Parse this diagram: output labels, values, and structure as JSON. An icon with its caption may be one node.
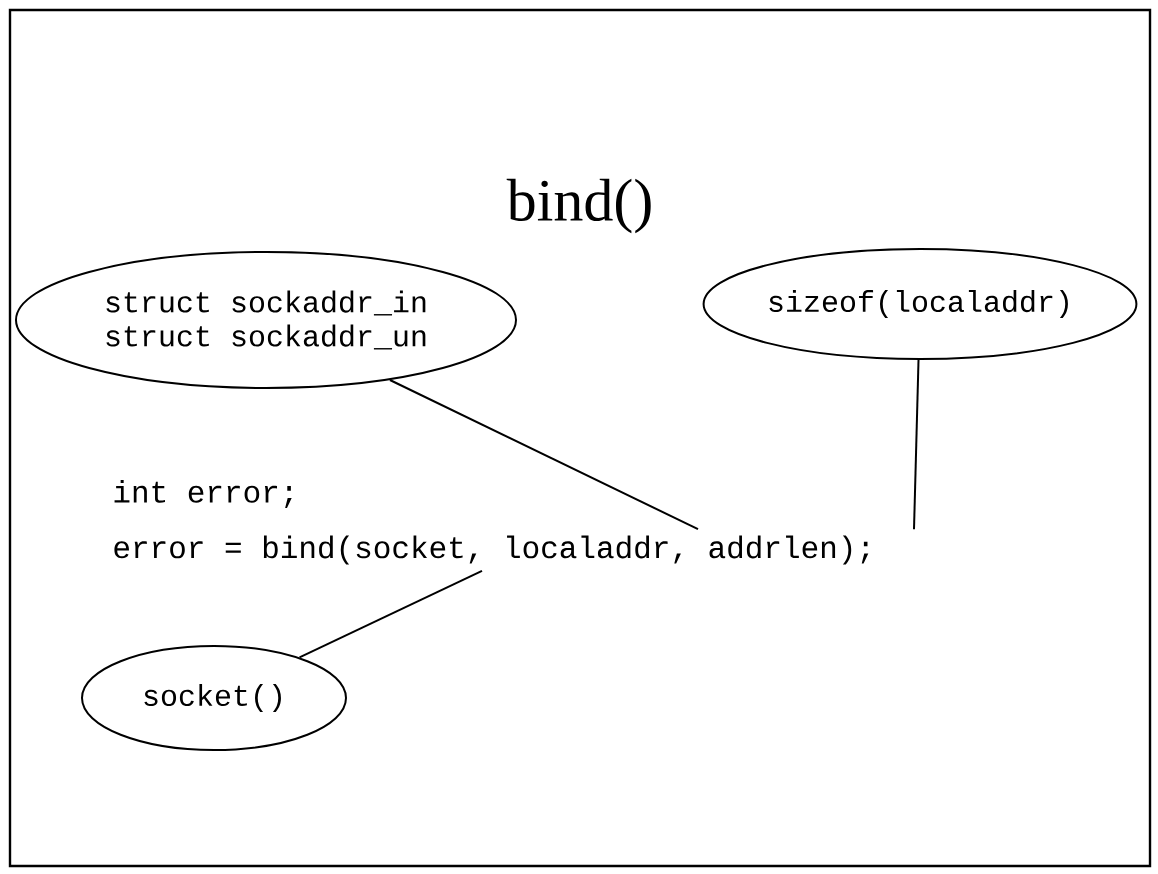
{
  "diagram": {
    "title": "bind()",
    "nodes": [
      {
        "text": [
          "struct sockaddr_in",
          "struct sockaddr_un"
        ]
      },
      {
        "text": [
          "sizeof(localaddr)"
        ]
      },
      {
        "text": [
          "error = bind(socket, localaddr, addrlen);"
        ]
      },
      {
        "text": [
          "socket()"
        ]
      }
    ],
    "edges": [
      {
        "from": 0,
        "to": 2,
        "arrow": "none"
      },
      {
        "from": 1,
        "to": 2,
        "arrow": "none"
      },
      {
        "from": 3,
        "to": 2,
        "arrow": "none"
      }
    ],
    "labels": [
      "int error;"
    ]
  }
}
